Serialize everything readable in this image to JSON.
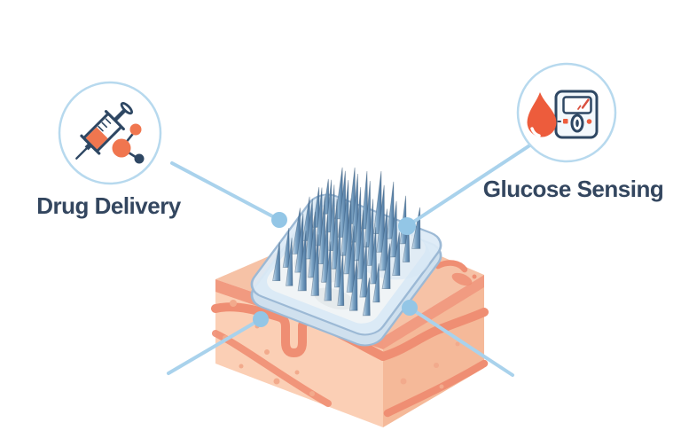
{
  "figure": {
    "type": "scientific-diagram",
    "subject": "Microneedle skin patch with drug delivery and glucose sensing callouts",
    "background": "#ffffff"
  },
  "callouts": {
    "drug_delivery": {
      "label": "Drug Delivery",
      "icon": "syringe-molecule-icon"
    },
    "glucose_sensing": {
      "label": "Glucose Sensing",
      "icon": "blood-drop-glucose-meter-icon"
    }
  },
  "illustration": {
    "patch": {
      "needle_grid": {
        "rows": 6,
        "cols": 8
      }
    },
    "unlabeled_leader_lines": 2
  },
  "theme": {
    "figure_bg": "#ffffff",
    "label_text": "#33465f",
    "accent_line": "#a9d2ec",
    "accent_dot": "#93c6e6",
    "circle_ring": "#b7d9ee",
    "navy": "#2e4763",
    "orange": "#f0764f",
    "drop_red": "#ed5c3c",
    "screen_line_red": "#d9503f",
    "skin_top": "#f6c2a6",
    "skin_front": "#fbcfb5",
    "skin_right": "#f5b999",
    "skin_edge": "#f0937a",
    "vessel": "#ef8e73",
    "spot": "#f2aa8c",
    "patch_fill": "#dceaf6",
    "patch_rim": "#cfe0ee",
    "patch_stroke": "#9cb9d5",
    "patch_inner": "#f1f4f6",
    "needle_dark": "#49739d",
    "needle_mid": "#82a9c9",
    "needle_light": "#d3e2ef"
  }
}
